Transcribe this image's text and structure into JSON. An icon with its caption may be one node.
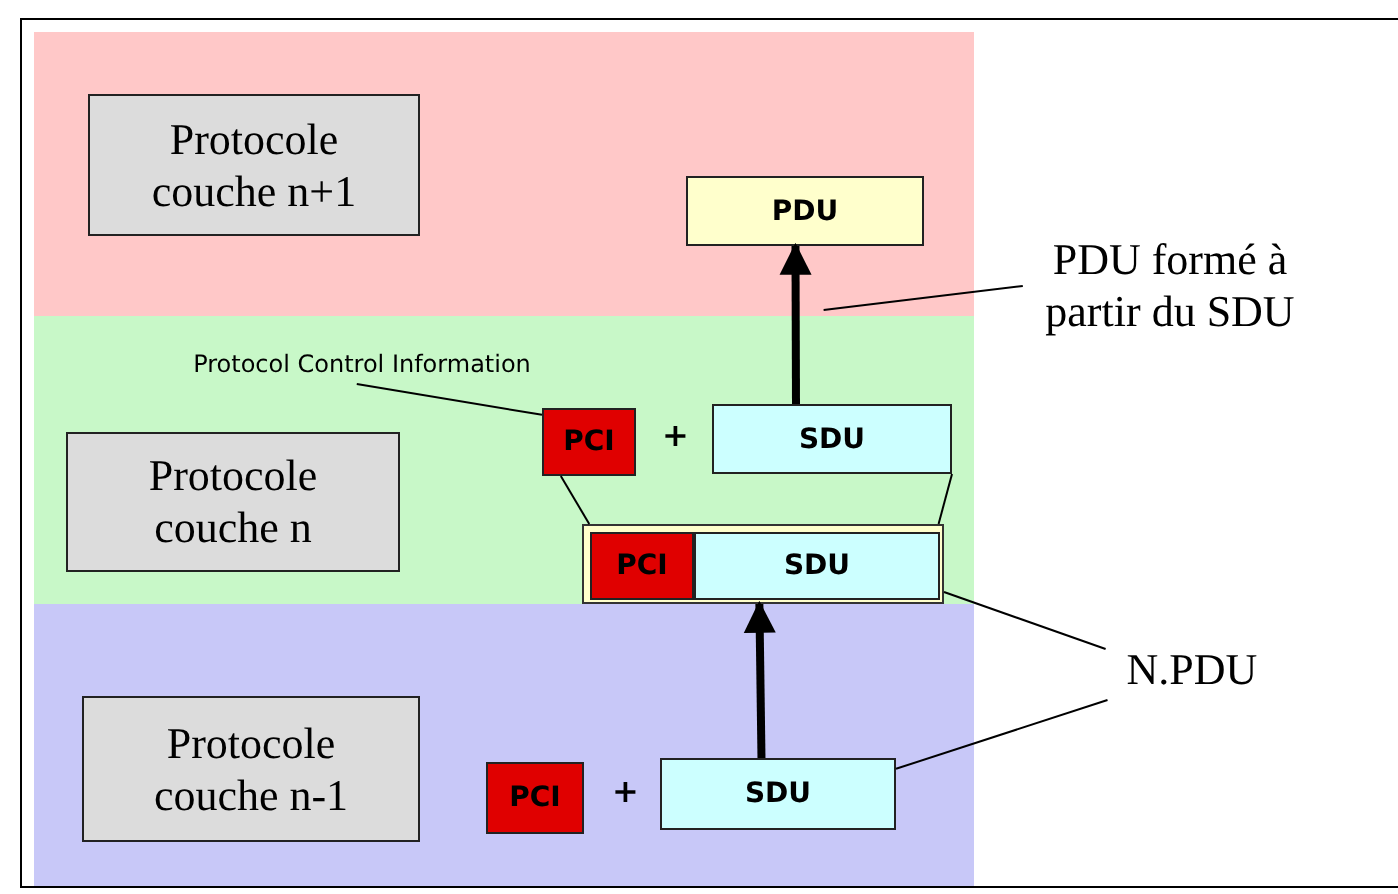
{
  "diagram": {
    "nodes": [
      {
        "text": [],
        "shape": "band"
      },
      {
        "text": [
          "Protocole couche n+1"
        ],
        "in": 0
      },
      {
        "text": [
          "PDU"
        ],
        "in": 0
      },
      {
        "text": [],
        "shape": "band"
      },
      {
        "text": [
          "Protocol Control Information"
        ],
        "in": 3
      },
      {
        "text": [
          "Protocole couche n"
        ],
        "in": 3
      },
      {
        "text": [
          "PCI"
        ],
        "in": 3
      },
      {
        "text": [
          "SDU"
        ],
        "in": 3
      },
      {
        "text": [],
        "shape": "box",
        "in": 3
      },
      {
        "text": [
          "PCI"
        ],
        "in": 8
      },
      {
        "text": [
          "SDU"
        ],
        "in": 8
      },
      {
        "text": [],
        "shape": "band"
      },
      {
        "text": [
          "Protocole couche n-1"
        ],
        "in": 11
      },
      {
        "text": [
          "PCI"
        ],
        "in": 11
      },
      {
        "text": [
          "SDU"
        ],
        "in": 11
      },
      {
        "text": [
          "PDU formé à partir du SDU"
        ]
      },
      {
        "text": [
          "N.PDU"
        ]
      }
    ],
    "edges": [
      {
        "from": 7,
        "to": 2,
        "arrow": "to",
        "style": "thick"
      },
      {
        "from": 14,
        "to": 8,
        "arrow": "to",
        "style": "thick"
      },
      {
        "from": 4,
        "to": 6,
        "arrow": "none"
      },
      {
        "from": 15,
        "to": 0,
        "arrow": "none"
      },
      {
        "from": 6,
        "to": 8,
        "arrow": "none"
      },
      {
        "from": 7,
        "to": 8,
        "arrow": "none"
      },
      {
        "from": 16,
        "to": 8,
        "arrow": "none"
      },
      {
        "from": 16,
        "to": 14,
        "arrow": "none"
      }
    ],
    "labels": [
      "+",
      "+"
    ]
  }
}
